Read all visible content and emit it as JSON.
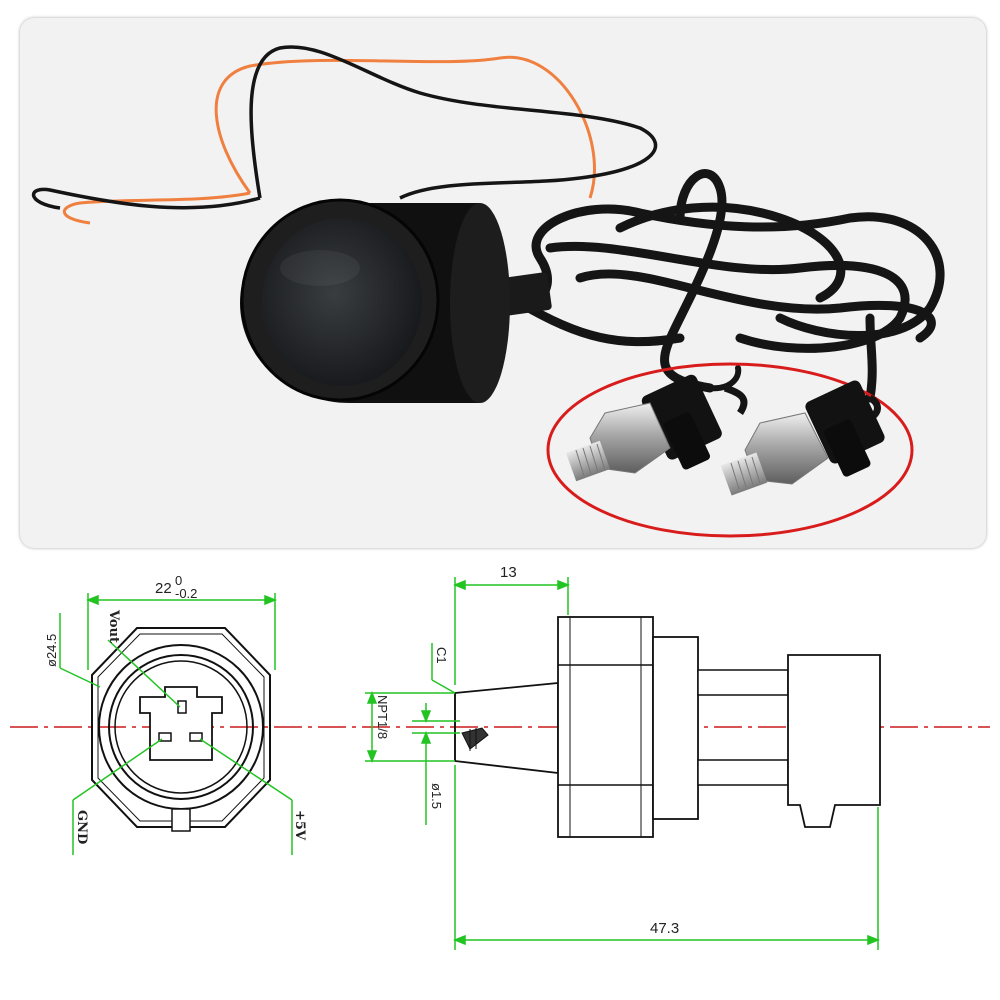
{
  "drawing": {
    "front_view": {
      "width_dim_main": "22",
      "width_dim_sup": "0",
      "width_dim_sub": "-0.2",
      "diameter": "ø24.5",
      "pin_vout": "Vout",
      "pin_gnd": "GND",
      "pin_5v": "+5V"
    },
    "side_view": {
      "length_hex": "13",
      "chamfer": "C1",
      "thread": "NPT1/8",
      "orifice": "ø1.5",
      "total_length": "47.3"
    }
  },
  "colors": {
    "dimension_green": "#22c422",
    "centerline_red": "#cc1a1a",
    "highlight_ellipse": "#d81c1c",
    "cable_black": "#151515",
    "wire_orange": "#f08040"
  }
}
